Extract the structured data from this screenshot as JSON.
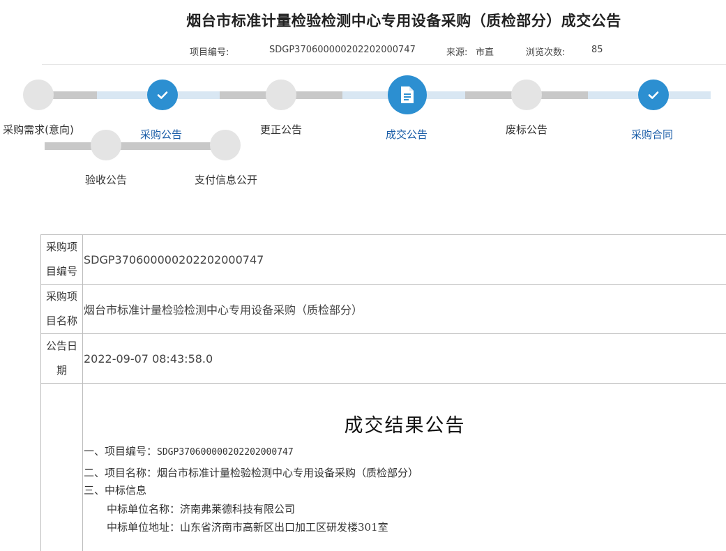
{
  "page": {
    "title": "烟台市标准计量检验检测中心专用设备采购（质检部分）成交公告",
    "meta": {
      "project_no_label": "项目编号:",
      "project_no_value": "SDGP370600000202202000747",
      "source_label": "来源:",
      "source_value": "市直",
      "views_label": "浏览次数:",
      "views_value": "85"
    }
  },
  "steps": [
    {
      "label": "采购需求(意向)",
      "state": "pending"
    },
    {
      "label": "采购公告",
      "state": "done"
    },
    {
      "label": "更正公告",
      "state": "pending"
    },
    {
      "label": "成交公告",
      "state": "current"
    },
    {
      "label": "废标公告",
      "state": "pending"
    },
    {
      "label": "采购合同",
      "state": "done"
    },
    {
      "label": "验收公告",
      "state": "pending"
    },
    {
      "label": "支付信息公开",
      "state": "pending"
    }
  ],
  "details": {
    "rows": [
      {
        "label": "采购项目编号",
        "value": "SDGP370600000202202000747"
      },
      {
        "label": "采购项目名称",
        "value": "烟台市标准计量检验检测中心专用设备采购（质检部分）"
      },
      {
        "label": "公告日期",
        "value": "2022-09-07 08:43:58.0"
      }
    ]
  },
  "document": {
    "title": "成交结果公告",
    "line1_prefix": "一、项目编号：",
    "line1_value": "SDGP370600000202202000747",
    "line2": "二、项目名称：烟台市标准计量检验检测中心专用设备采购（质检部分）",
    "line3": "三、中标信息",
    "line4": "中标单位名称：济南弗莱德科技有限公司",
    "line5": "中标单位地址：山东省济南市高新区出口加工区研发楼301室"
  },
  "colors": {
    "accent_blue": "#2c8fd1",
    "pending_gray": "#e4e4e4",
    "link_blue": "#1b5ea8"
  },
  "icons": {
    "done": "check-icon",
    "current": "document-icon"
  }
}
